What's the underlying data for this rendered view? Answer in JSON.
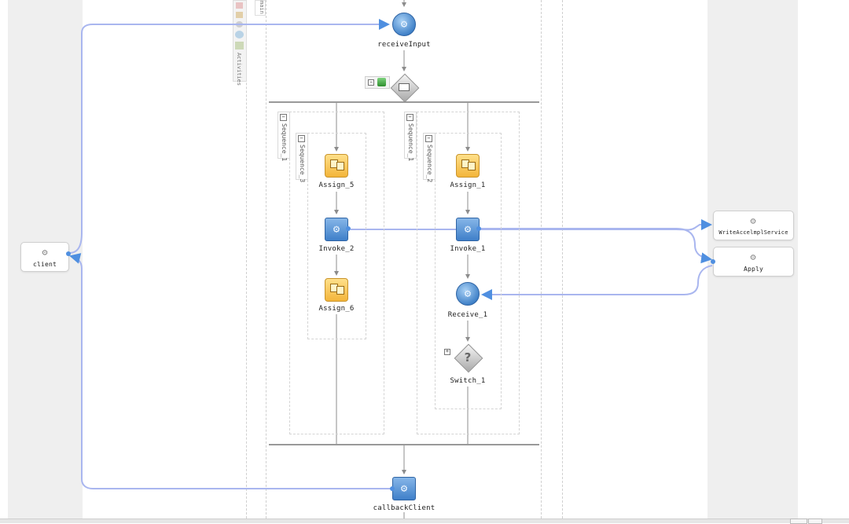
{
  "process": {
    "activities": {
      "receive_input": "receiveInput",
      "assign_5": "Assign_5",
      "invoke_2": "Invoke_2",
      "assign_6": "Assign_6",
      "assign_1": "Assign_1",
      "invoke_1": "Invoke_1",
      "receive_1": "Receive_1",
      "switch_1": "Switch_1",
      "callback_client": "callbackClient"
    },
    "sequences": {
      "seq_1_left": "Sequence_1",
      "seq_3": "Sequence_3",
      "seq_1_right": "Sequence_1",
      "seq_2": "Sequence_2"
    },
    "collapse_symbol": "−",
    "expand_symbol": "+",
    "switch_symbol": "?"
  },
  "partner_links": {
    "left": {
      "client": "client"
    },
    "right": {
      "write_service": "WriteAccelmplService",
      "apply": "Apply"
    }
  },
  "palette": {
    "label_top": "main",
    "label_vertical": "Activities"
  },
  "colors": {
    "link": "#a9b6ef",
    "flow": "#8c8c8c",
    "lane_gray": "#efefef",
    "assign": "#f3b53a",
    "invoke": "#3f7fc9"
  }
}
